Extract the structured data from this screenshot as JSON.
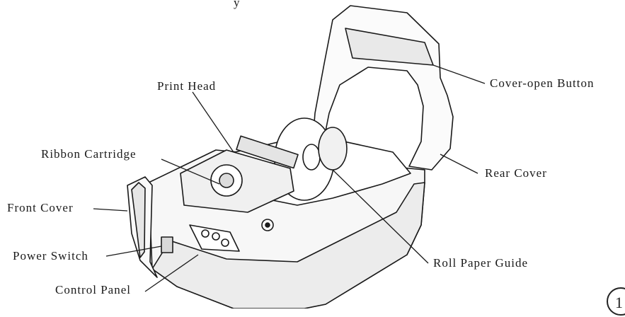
{
  "top_fragment": "y",
  "labels": {
    "print_head": "Print Head",
    "ribbon_cartridge": "Ribbon Cartridge",
    "front_cover": "Front Cover",
    "power_switch": "Power Switch",
    "control_panel": "Control Panel",
    "cover_open_button": "Cover-open Button",
    "rear_cover": "Rear Cover",
    "roll_paper_guide": "Roll Paper Guide"
  },
  "page_badge": "1",
  "colors": {
    "line": "#1a1a1a",
    "shade": "#bdbdbd",
    "fill": "#f7f7f7"
  }
}
